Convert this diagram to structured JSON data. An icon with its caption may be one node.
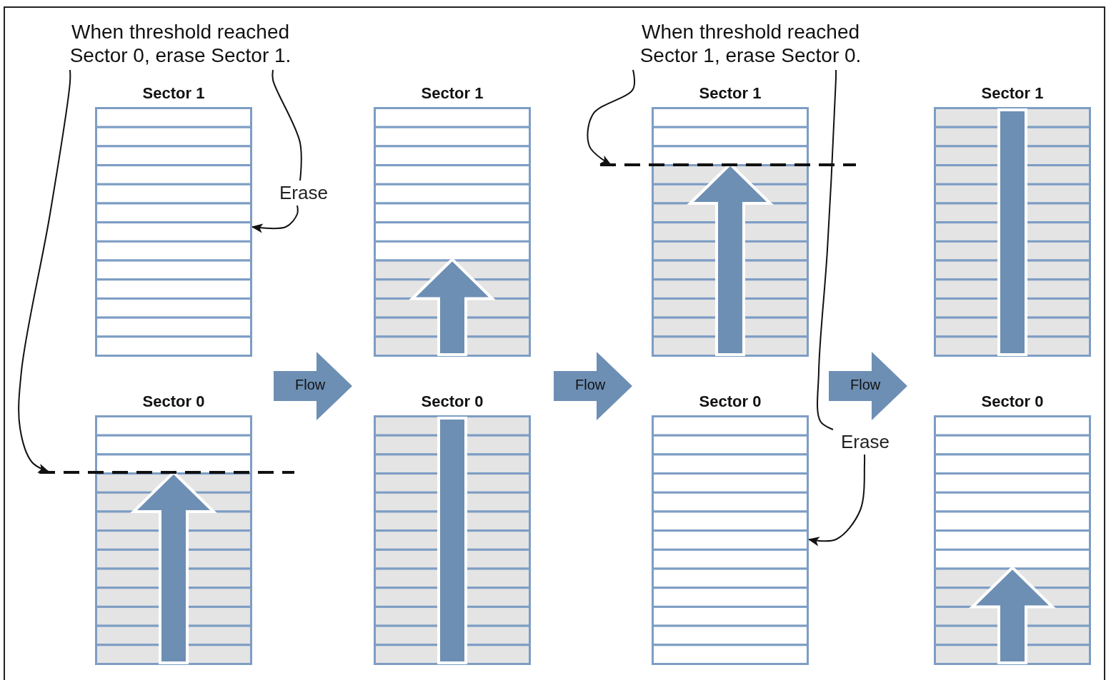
{
  "diagram": {
    "nodes": [
      {
        "text": [
          "When threshold reached Sector 0, erase Sector 1."
        ]
      },
      {
        "text": [
          "When threshold reached Sector 1, erase Sector 0."
        ]
      },
      {
        "text": [
          "Sector 1"
        ]
      },
      {
        "text": [
          "Erase"
        ]
      },
      {
        "text": [
          "Sector 1"
        ]
      },
      {
        "text": [
          "Sector 1"
        ]
      },
      {
        "text": [
          "Sector 1"
        ]
      },
      {
        "text": [
          "Flow"
        ]
      },
      {
        "text": [
          "Sector 0"
        ]
      },
      {
        "text": [
          "Sector 0"
        ]
      },
      {
        "text": [
          "Flow"
        ]
      },
      {
        "text": [
          "Sector 0"
        ]
      },
      {
        "text": [
          "Flow"
        ]
      },
      {
        "text": [
          "Erase"
        ]
      },
      {
        "text": [
          "Sector 0"
        ]
      }
    ],
    "edges": [
      {
        "from": 0,
        "to": null,
        "arrow": "to"
      },
      {
        "from": 0,
        "to": 3,
        "arrow": "none"
      },
      {
        "from": 3,
        "to": 2,
        "arrow": "to"
      },
      {
        "from": 1,
        "to": null,
        "arrow": "to"
      },
      {
        "from": 1,
        "to": 13,
        "arrow": "none"
      },
      {
        "from": 13,
        "to": 11,
        "arrow": "to"
      }
    ]
  }
}
